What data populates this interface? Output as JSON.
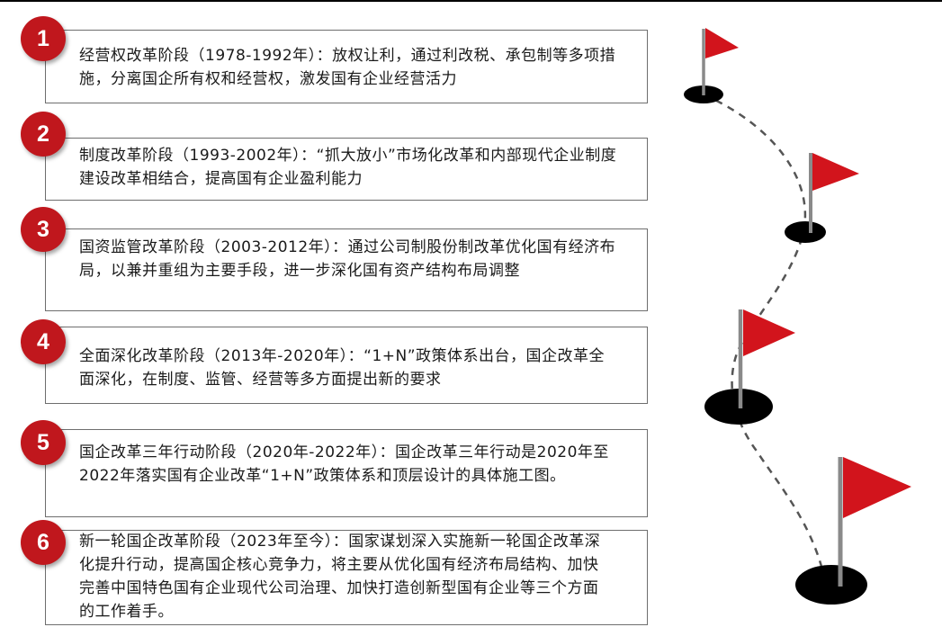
{
  "steps": [
    {
      "number": "1",
      "text": "经营权改革阶段（1978-1992年）：放权让利，通过利改税、承包制等多项措施，分离国企所有权和经营权，激发国有企业经营活力"
    },
    {
      "number": "2",
      "text": "制度改革阶段（1993-2002年）：“抓大放小”市场化改革和内部现代企业制度建设改革相结合，提高国有企业盈利能力"
    },
    {
      "number": "3",
      "text": "国资监管改革阶段（2003-2012年）：通过公司制股份制改革优化国有经济布局，以兼并重组为主要手段，进一步深化国有资产结构布局调整"
    },
    {
      "number": "4",
      "text": "全面深化改革阶段（2013年-2020年）：“1+N”政策体系出台，国企改革全面深化，在制度、监管、经营等多方面提出新的要求"
    },
    {
      "number": "5",
      "text": "国企改革三年行动阶段（2020年-2022年）：国企改革三年行动是2020年至2022年落实国有企业改革“1+N”政策体系和顶层设计的具体施工图。"
    },
    {
      "number": "6",
      "text": "新一轮国企改革阶段（2023年至今）：国家谋划深入实施新一轮国企改革深化提升行动，提高国企核心竞争力，将主要从优化国有经济布局结构、加快完善中国特色国有企业现代公司治理、加快打造创新型国有企业等三个方面的工作着手。"
    }
  ],
  "colors": {
    "badge": "#c0171d",
    "flag": "#d2141c",
    "pole": "#8a8a8a",
    "hole": "#000000",
    "path": "#555555",
    "box_border": "#6e6e6e"
  }
}
